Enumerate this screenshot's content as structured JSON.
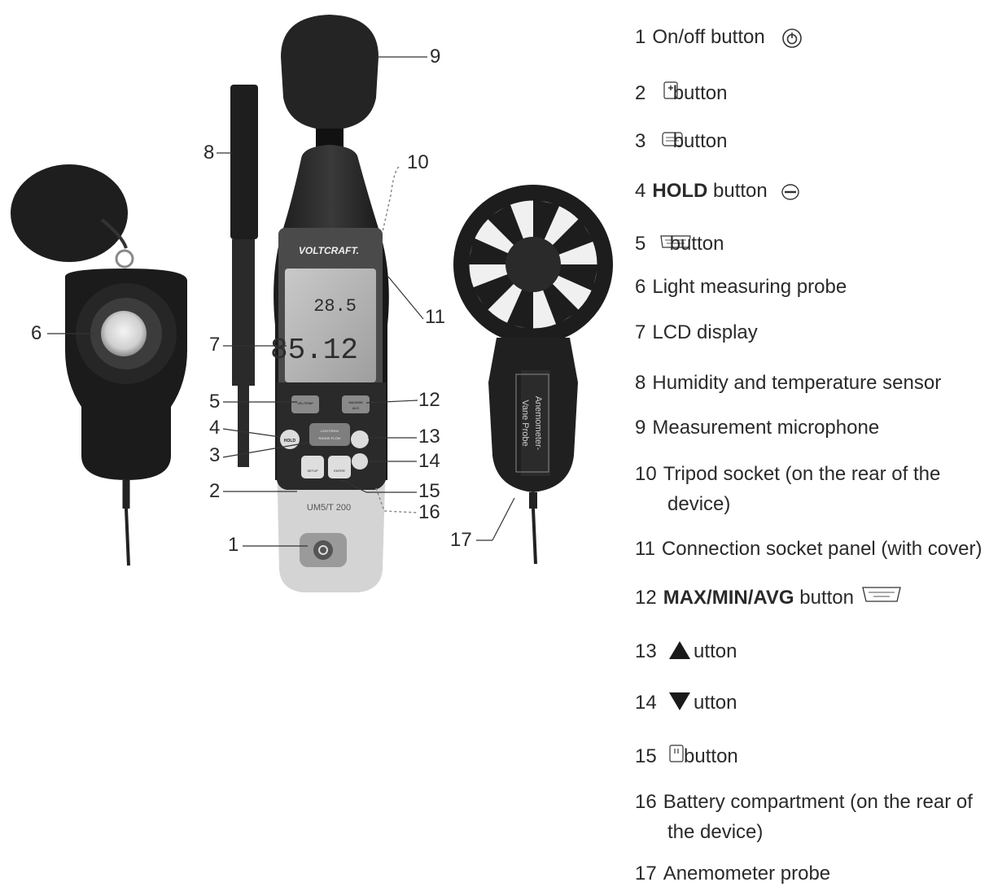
{
  "callouts": {
    "c1": "1",
    "c2": "2",
    "c3": "3",
    "c4": "4",
    "c5": "5",
    "c6": "6",
    "c7": "7",
    "c8": "8",
    "c9": "9",
    "c10": "10",
    "c11": "11",
    "c12": "12",
    "c13": "13",
    "c14": "14",
    "c15": "15",
    "c16": "16",
    "c17": "17"
  },
  "device": {
    "brand": "VOLTCRAFT.",
    "model": "UM5/T 200",
    "lcd_top": "28.5",
    "lcd_main": "85.12",
    "anemometer_label_1": "Anemometer-",
    "anemometer_label_2": "Vane Probe",
    "btn_hold": "HOLD",
    "btn_lightrh": "LIGHT/RH%",
    "btn_range": "RANGE FLOW",
    "btn_setup": "SETUP",
    "btn_enter": "ENTER",
    "btn_vel": "VEL/TEMP",
    "btn_maxmin": "MAX/MIN",
    "btn_avg": "AVG"
  },
  "legend": {
    "i1": {
      "num": "1",
      "text": "On/off button"
    },
    "i2": {
      "num": "2",
      "text": "button"
    },
    "i3": {
      "num": "3",
      "text": "button"
    },
    "i4": {
      "num": "4",
      "bold": "HOLD",
      "text": " button"
    },
    "i5": {
      "num": "5",
      "text": "button"
    },
    "i6": {
      "num": "6",
      "text": "Light measuring probe"
    },
    "i7": {
      "num": "7",
      "text": "LCD display"
    },
    "i8": {
      "num": "8",
      "text": "Humidity and temperature sensor"
    },
    "i9": {
      "num": "9",
      "text": "Measurement microphone"
    },
    "i10": {
      "num": "10",
      "text": "Tripod socket (on the rear of the",
      "text2": "device)"
    },
    "i11": {
      "num": "11",
      "text": "Connection socket panel (with cover)"
    },
    "i12": {
      "num": "12",
      "bold": "MAX/MIN/AVG",
      "text": " button"
    },
    "i13": {
      "num": "13",
      "text": "utton"
    },
    "i14": {
      "num": "14",
      "text": "utton"
    },
    "i15": {
      "num": "15",
      "text": "button"
    },
    "i16": {
      "num": "16",
      "text": "Battery compartment (on the rear of",
      "text2": "the device)"
    },
    "i17": {
      "num": "17",
      "text": "Anemometer probe"
    }
  }
}
